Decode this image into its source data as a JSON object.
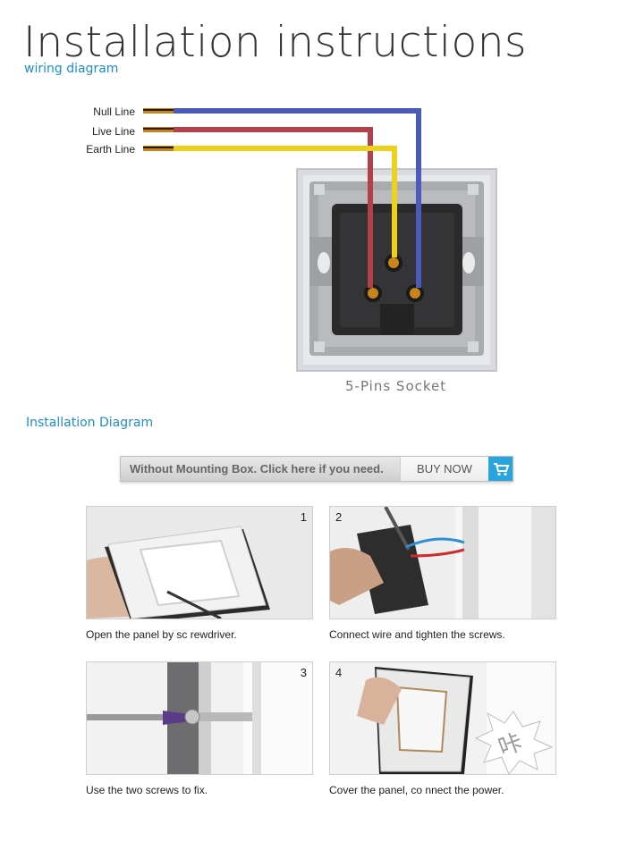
{
  "header": {
    "title": "Installation instructions",
    "subtitle": "wiring diagram"
  },
  "wiring": {
    "labels": [
      "Null Line",
      "Live Line",
      "Earth Line"
    ],
    "colors": {
      "null": "#4a5bbd",
      "live": "#b1404a",
      "earth": "#ecd21c",
      "copper": "#c6861c"
    },
    "socket_caption": "5-Pins Socket"
  },
  "installation": {
    "heading": "Installation Diagram",
    "bar_text": "Without Mounting Box. Click here if you need.",
    "buy_label": "BUY NOW",
    "accent": "#2aa4dc",
    "steps": [
      {
        "number": "1",
        "caption": "Open the panel by sc          rewdriver."
      },
      {
        "number": "2",
        "caption": "Connect wire and tighten the screws."
      },
      {
        "number": "3",
        "caption": "Use the two screws to fix."
      },
      {
        "number": "4",
        "caption": "Cover the panel,  co           nnect the power.",
        "stamp": "咔"
      }
    ]
  }
}
